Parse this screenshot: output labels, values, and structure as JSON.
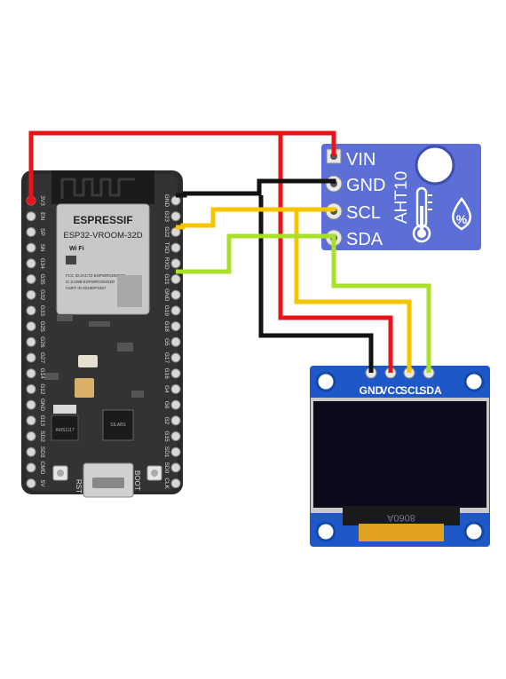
{
  "esp32": {
    "brand": "ESPRESSIF",
    "model": "ESP32-VROOM-32D",
    "wifi": "Wi Fi",
    "cert_lines": [
      "FCC ID:2AC7Z-ESPWROOM32D",
      "IC:21098-ESPWROOM32D",
      "CMIIT ID:2019DP3357"
    ],
    "left_pins": [
      "3V3",
      "EN",
      "SP",
      "SN",
      "G34",
      "G35",
      "G32",
      "G33",
      "G25",
      "G26",
      "G27",
      "G14",
      "G12",
      "GND",
      "G13",
      "SD2",
      "SD3",
      "CMD",
      "5V"
    ],
    "right_pins": [
      "GND",
      "G23",
      "G22",
      "TXD",
      "RXD",
      "G21",
      "GND",
      "G19",
      "G18",
      "G5",
      "G17",
      "G16",
      "G4",
      "G0",
      "G2",
      "G15",
      "SD1",
      "SD0",
      "CLK"
    ],
    "button_rst": "RST",
    "button_boot": "BOOT",
    "regulator_label": "AMS1117",
    "chip_label": "SILABS"
  },
  "aht10": {
    "name": "AHT10",
    "pins": [
      "VIN",
      "GND",
      "SCL",
      "SDA"
    ],
    "humidity_symbol": "%"
  },
  "oled": {
    "pins": [
      "GND",
      "VCC",
      "SCL",
      "SDA"
    ],
    "flex_label": "8060A"
  },
  "colors": {
    "power": "#e8141a",
    "ground": "#111111",
    "scl": "#f7c400",
    "sda": "#a8e02a",
    "esp_board": "#2a2a2a",
    "sensor_board": "#5b6fd6",
    "oled_board": "#1e58c8"
  }
}
